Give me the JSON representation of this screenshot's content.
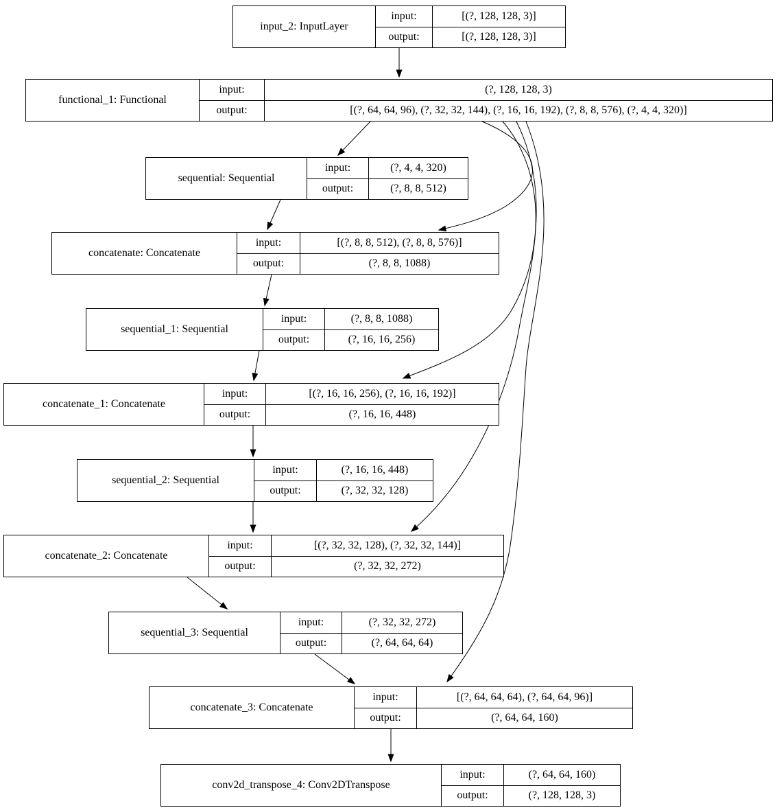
{
  "diagram": {
    "kind": "keras-model-architecture",
    "labels": {
      "input": "input:",
      "output": "output:"
    },
    "colors": {
      "background": "#ffffff",
      "border": "#000000",
      "text": "#000000"
    },
    "nodes": [
      {
        "id": "input_2",
        "label": "input_2: InputLayer",
        "input": "[(?, 128, 128, 3)]",
        "output": "[(?, 128, 128, 3)]"
      },
      {
        "id": "functional_1",
        "label": "functional_1: Functional",
        "input": "(?, 128, 128, 3)",
        "output": "[(?, 64, 64, 96), (?, 32, 32, 144), (?, 16, 16, 192), (?, 8, 8, 576), (?, 4, 4, 320)]"
      },
      {
        "id": "sequential",
        "label": "sequential: Sequential",
        "input": "(?, 4, 4, 320)",
        "output": "(?, 8, 8, 512)"
      },
      {
        "id": "concatenate",
        "label": "concatenate: Concatenate",
        "input": "[(?, 8, 8, 512), (?, 8, 8, 576)]",
        "output": "(?, 8, 8, 1088)"
      },
      {
        "id": "sequential_1",
        "label": "sequential_1: Sequential",
        "input": "(?, 8, 8, 1088)",
        "output": "(?, 16, 16, 256)"
      },
      {
        "id": "concatenate_1",
        "label": "concatenate_1: Concatenate",
        "input": "[(?, 16, 16, 256), (?, 16, 16, 192)]",
        "output": "(?, 16, 16, 448)"
      },
      {
        "id": "sequential_2",
        "label": "sequential_2: Sequential",
        "input": "(?, 16, 16, 448)",
        "output": "(?, 32, 32, 128)"
      },
      {
        "id": "concatenate_2",
        "label": "concatenate_2: Concatenate",
        "input": "[(?, 32, 32, 128), (?, 32, 32, 144)]",
        "output": "(?, 32, 32, 272)"
      },
      {
        "id": "sequential_3",
        "label": "sequential_3: Sequential",
        "input": "(?, 32, 32, 272)",
        "output": "(?, 64, 64, 64)"
      },
      {
        "id": "concatenate_3",
        "label": "concatenate_3: Concatenate",
        "input": "[(?, 64, 64, 64), (?, 64, 64, 96)]",
        "output": "(?, 64, 64, 160)"
      },
      {
        "id": "conv2d_transpose_4",
        "label": "conv2d_transpose_4: Conv2DTranspose",
        "input": "(?, 64, 64, 160)",
        "output": "(?, 128, 128, 3)"
      }
    ],
    "edges": [
      {
        "from": "input_2",
        "to": "functional_1"
      },
      {
        "from": "functional_1",
        "to": "sequential"
      },
      {
        "from": "functional_1",
        "to": "concatenate"
      },
      {
        "from": "functional_1",
        "to": "concatenate_1"
      },
      {
        "from": "functional_1",
        "to": "concatenate_2"
      },
      {
        "from": "functional_1",
        "to": "concatenate_3"
      },
      {
        "from": "sequential",
        "to": "concatenate"
      },
      {
        "from": "concatenate",
        "to": "sequential_1"
      },
      {
        "from": "sequential_1",
        "to": "concatenate_1"
      },
      {
        "from": "concatenate_1",
        "to": "sequential_2"
      },
      {
        "from": "sequential_2",
        "to": "concatenate_2"
      },
      {
        "from": "concatenate_2",
        "to": "sequential_3"
      },
      {
        "from": "sequential_3",
        "to": "concatenate_3"
      },
      {
        "from": "concatenate_3",
        "to": "conv2d_transpose_4"
      }
    ]
  }
}
